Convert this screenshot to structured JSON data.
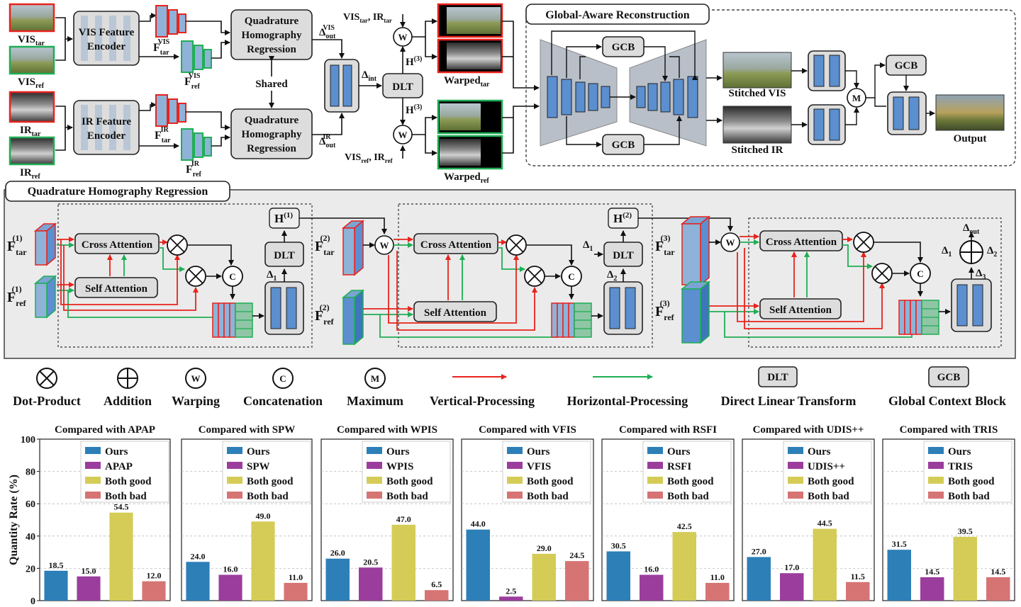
{
  "pipeline": {
    "vis_tar": "VIS",
    "tar_sub": "tar",
    "ref_sub": "ref",
    "vis_ref": "VIS",
    "ir_tar": "IR",
    "ir_ref": "IR",
    "vis_encoder_line1": "VIS Feature",
    "vis_encoder_line2": "Encoder",
    "ir_encoder_line1": "IR Feature",
    "ir_encoder_line2": "Encoder",
    "f_vis_tar": "F",
    "f_vis_ref": "F",
    "sup_vis": "VIS",
    "sup_ir": "IR",
    "qhr_line1": "Quadrature",
    "qhr_line2": "Homography",
    "qhr_line3": "Regression",
    "shared": "Shared",
    "delta_out_vis": "Δ",
    "delta_out_sub": "out",
    "delta_int": "Δ",
    "delta_int_sub": "int",
    "dlt": "DLT",
    "h3": "H",
    "h3_sup": "(3)",
    "w": "W",
    "vis_ir_tar": "VIS",
    "vis_ir_tar_mid": ", IR",
    "vis_ir_ref": "VIS",
    "vis_ir_ref_mid": ", IR",
    "warped_tar": "Warped",
    "warped_ref": "Warped"
  },
  "recon": {
    "title": "Global-Aware Reconstruction",
    "gcb": "GCB",
    "stitched_vis": "Stitched VIS",
    "stitched_ir": "Stitched IR",
    "m": "M",
    "output": "Output"
  },
  "qhr_panel": {
    "title": "Quadrature Homography Regression",
    "cross_attention": "Cross Attention",
    "self_attention": "Self Attention",
    "dlt": "DLT",
    "c": "C",
    "w": "W",
    "f": "F",
    "tar": "tar",
    "ref": "ref",
    "h1": "H",
    "h1_sup": "(1)",
    "h2": "H",
    "h2_sup": "(2)",
    "s1": "(1)",
    "s2": "(2)",
    "s3": "(3)",
    "d1": "Δ",
    "d1_sub": "1",
    "d2": "Δ",
    "d2_sub": "2",
    "d3": "Δ",
    "d3_sub": "3",
    "dout": "Δ",
    "dout_sub": "out"
  },
  "legend": {
    "dot_product": "Dot-Product",
    "addition": "Addition",
    "warping": "Warping",
    "concatenation": "Concatenation",
    "maximum": "Maximum",
    "vertical": "Vertical-Processing",
    "horizontal": "Horizontal-Processing",
    "dlt_label": "Direct Linear Transform",
    "gcb_label": "Global Context Block",
    "w_sym": "W",
    "c_sym": "C",
    "m_sym": "M",
    "dlt_sym": "DLT",
    "gcb_sym": "GCB",
    "colors": {
      "vertical": "#e8231d",
      "horizontal": "#1fae54"
    }
  },
  "charts": {
    "y_label": "Quantity Rate (%)",
    "y_ticks": [
      "0",
      "20",
      "40",
      "60",
      "80",
      "100"
    ],
    "legend_common": [
      "Ours",
      "Both good",
      "Both bad"
    ],
    "colors": {
      "ours": "#2d7fb8",
      "method": "#9b3d9d",
      "both_good": "#d4cc57",
      "both_bad": "#d67474"
    }
  },
  "chart_data": [
    {
      "type": "bar",
      "title": "Compared with APAP",
      "categories": [
        "Ours",
        "APAP",
        "Both good",
        "Both bad"
      ],
      "values": [
        18.5,
        15.0,
        54.5,
        12.0
      ],
      "labels": [
        "18.5",
        "15.0",
        "54.5",
        "12.0"
      ],
      "ylim": [
        0,
        100
      ],
      "ylabel": "Quantity Rate (%)"
    },
    {
      "type": "bar",
      "title": "Compared with SPW",
      "categories": [
        "Ours",
        "SPW",
        "Both good",
        "Both bad"
      ],
      "values": [
        24.0,
        16.0,
        49.0,
        11.0
      ],
      "labels": [
        "24.0",
        "16.0",
        "49.0",
        "11.0"
      ],
      "ylim": [
        0,
        100
      ]
    },
    {
      "type": "bar",
      "title": "Compared with WPIS",
      "categories": [
        "Ours",
        "WPIS",
        "Both good",
        "Both bad"
      ],
      "values": [
        26.0,
        20.5,
        47.0,
        6.5
      ],
      "labels": [
        "26.0",
        "20.5",
        "47.0",
        "6.5"
      ],
      "ylim": [
        0,
        100
      ]
    },
    {
      "type": "bar",
      "title": "Compared with VFIS",
      "categories": [
        "Ours",
        "VFIS",
        "Both good",
        "Both bad"
      ],
      "values": [
        44.0,
        2.5,
        29.0,
        24.5
      ],
      "labels": [
        "44.0",
        "2.5",
        "29.0",
        "24.5"
      ],
      "ylim": [
        0,
        100
      ]
    },
    {
      "type": "bar",
      "title": "Compared with RSFI",
      "categories": [
        "Ours",
        "RSFI",
        "Both good",
        "Both bad"
      ],
      "values": [
        30.5,
        16.0,
        42.5,
        11.0
      ],
      "labels": [
        "30.5",
        "16.0",
        "42.5",
        "11.0"
      ],
      "ylim": [
        0,
        100
      ]
    },
    {
      "type": "bar",
      "title": "Compared with UDIS++",
      "categories": [
        "Ours",
        "UDIS++",
        "Both good",
        "Both bad"
      ],
      "values": [
        27.0,
        17.0,
        44.5,
        11.5
      ],
      "labels": [
        "27.0",
        "17.0",
        "44.5",
        "11.5"
      ],
      "ylim": [
        0,
        100
      ]
    },
    {
      "type": "bar",
      "title": "Compared with TRIS",
      "categories": [
        "Ours",
        "TRIS",
        "Both good",
        "Both bad"
      ],
      "values": [
        31.5,
        14.5,
        39.5,
        14.5
      ],
      "labels": [
        "31.5",
        "14.5",
        "39.5",
        "14.5"
      ],
      "ylim": [
        0,
        100
      ]
    }
  ]
}
